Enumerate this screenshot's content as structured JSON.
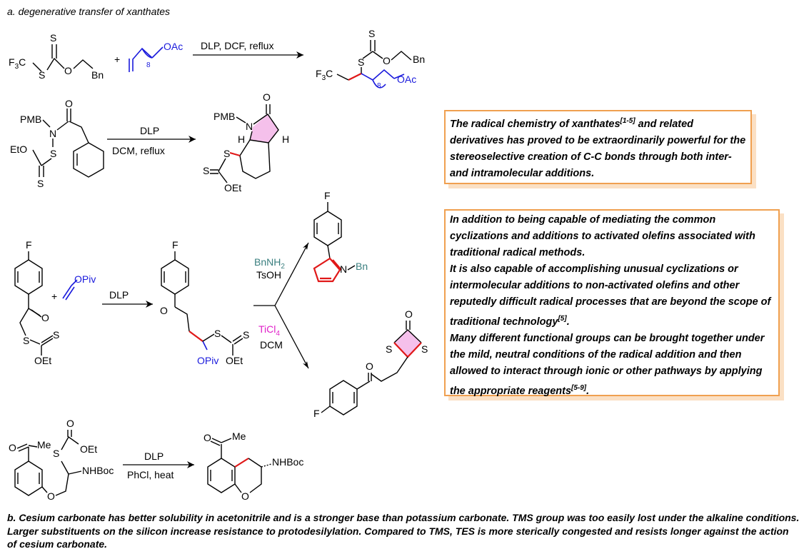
{
  "section_a_title": "a. degenerative transfer of xanthates",
  "reactions": {
    "r1": {
      "reactant1": {
        "f3c": "F",
        "f3c_sub": "3",
        "f3c_c": "C",
        "s": "S",
        "s_top": "S",
        "o": "O",
        "bn": "Bn"
      },
      "plus": "+",
      "reactant2": {
        "sub8": "8",
        "oac": "OAc"
      },
      "conditions": "DLP, DCF, reflux",
      "product": {
        "s_top": "S",
        "s": "S",
        "o": "O",
        "bn": "Bn",
        "f3c": "F",
        "f3c_sub": "3",
        "f3c_c": "C",
        "sub8": "8",
        "oac": "OAc"
      }
    },
    "r2": {
      "reactant": {
        "pmb": "PMB",
        "n": "N",
        "o": "O",
        "s": "S",
        "eto": "EtO",
        "s_bottom": "S"
      },
      "conditions_top": "DLP",
      "conditions_bottom": "DCM, reflux",
      "product": {
        "o": "O",
        "pmb": "PMB",
        "n": "N",
        "h1": "H",
        "h2": "H",
        "s": "S",
        "s_left": "S",
        "oet": "OEt"
      }
    },
    "r3": {
      "reactant1": {
        "f": "F",
        "o": "O",
        "s": "S",
        "s_right": "S",
        "oet": "OEt"
      },
      "plus": "+",
      "reactant2": {
        "opiv": "OPiv"
      },
      "conditions": "DLP",
      "product": {
        "f": "F",
        "o": "O",
        "s": "S",
        "s_right": "S",
        "opiv": "OPiv",
        "oet": "OEt"
      },
      "branch_top_reagent1": "BnNH",
      "branch_top_reagent1_sub": "2",
      "branch_top_reagent2": "TsOH",
      "branch_bottom_reagent1": "TiCl",
      "branch_bottom_reagent1_sub": "4",
      "branch_bottom_reagent2": "DCM",
      "pyrrole_product": {
        "f": "F",
        "n": "N",
        "bn": "Bn"
      },
      "dithietanone_product": {
        "o_top": "O",
        "s1": "S",
        "s2": "S",
        "o": "O",
        "f": "F"
      }
    },
    "r4": {
      "reactant": {
        "o": "O",
        "me": "Me",
        "o2": "O",
        "s": "S",
        "oet": "OEt",
        "nhboc": "NHBoc",
        "o_ring": "O"
      },
      "conditions_top": "DLP",
      "conditions_bottom": "PhCl, heat",
      "product": {
        "o": "O",
        "me": "Me",
        "nhboc": "NHBoc",
        "o_ring": "O"
      }
    }
  },
  "box1": {
    "text_a": "The radical chemistry of xanthates",
    "ref_a": "[1-5]",
    "text_b": " and related derivatives has proved to be extraordinarily powerful for the stereoselective creation of C-C bonds through both inter- and intramolecular additions."
  },
  "box2": {
    "para1": "In addition to being capable of mediating the common cyclizations and additions to activated olefins associated with traditional radical methods.",
    "para2_a": "It is also capable of accomplishing unusual cyclizations or intermolecular additions to non-activated olefins and other reputedly difficult radical processes that are beyond the scope of traditional technology",
    "para2_ref": "[5]",
    "para2_end": ".",
    "para3_a": "Many different functional groups can be brought together under the mild, neutral conditions of the radical addition and then allowed to interact through ionic or other pathways by applying the appropriate reagents",
    "para3_ref": "[5-9]",
    "para3_end": "."
  },
  "section_b_text": "b. Cesium carbonate has better solubility in acetonitrile and is a stronger base than potassium carbonate. TMS group was too easily lost under the alkaline conditions. Larger substituents on the silicon increase resistance to protodesilylation. Compared to TMS, TES is more sterically congested and resists longer against the action of cesium carbonate.",
  "colors": {
    "box_border": "#f0a050",
    "box_shadow": "#fbe0c4",
    "new_bond": "#e01818",
    "alkene_chain": "#1a1adc",
    "ring_highlight": "#f3b0e6",
    "amine_reagent": "#3a7f7f",
    "lewis_acid": "#e020c8"
  }
}
